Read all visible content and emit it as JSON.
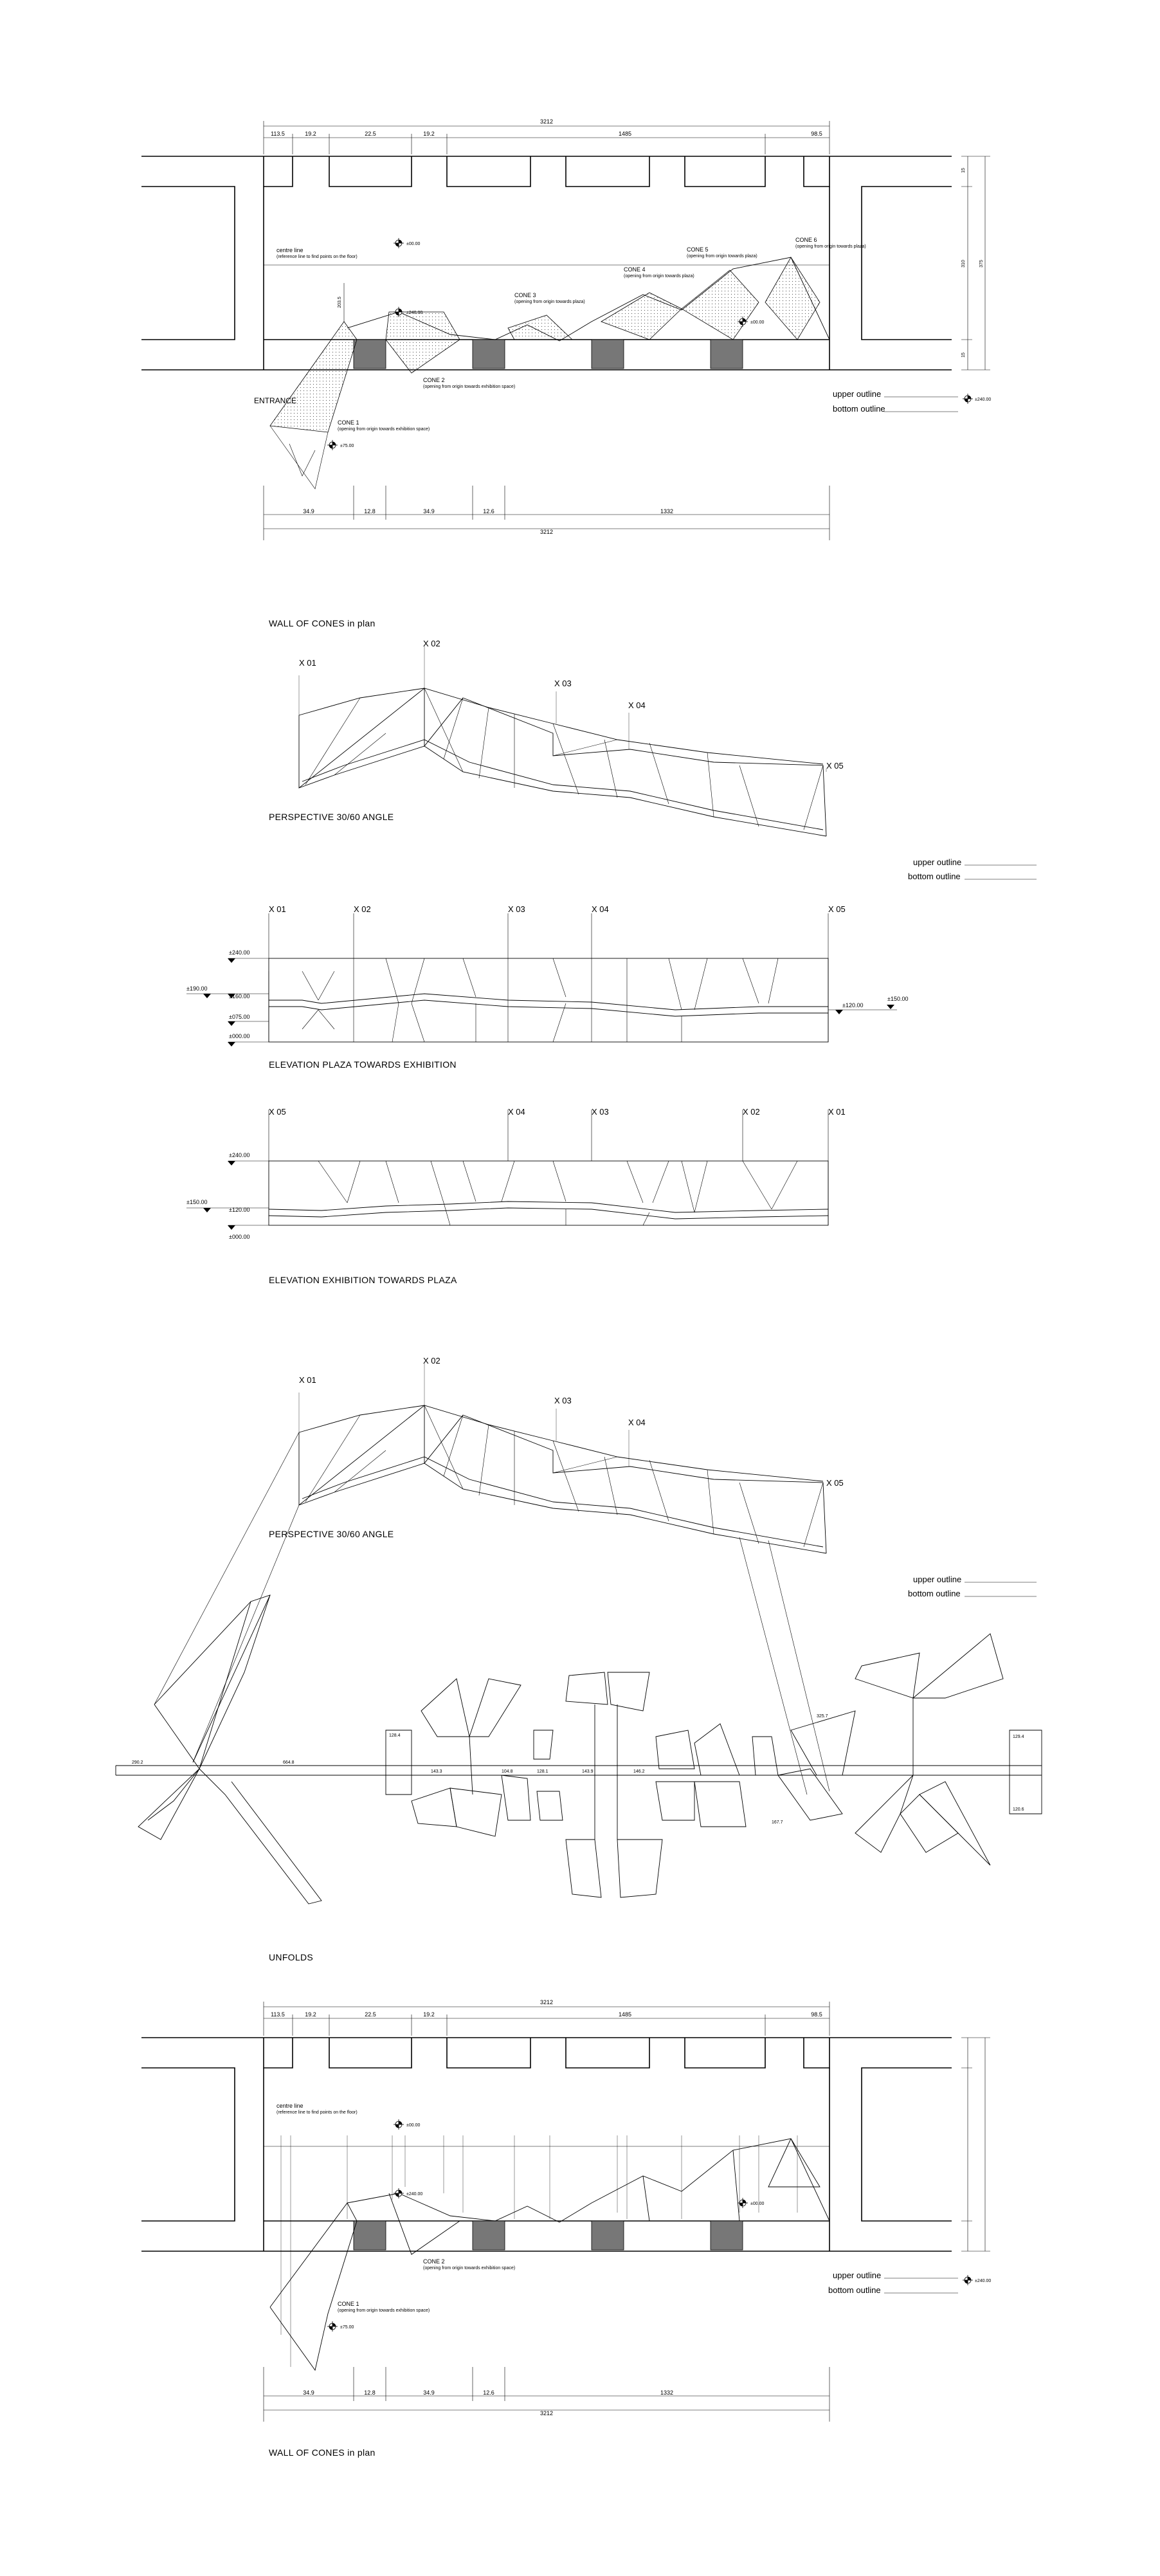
{
  "plan_top": {
    "title": "WALL OF CONES in plan",
    "entrance": "ENTRANCE",
    "centre_line": "centre line",
    "centre_line_note": "(reference line to find points on the floor)",
    "total_dim": "3212",
    "top_dims": [
      "113.5",
      "19.2",
      "22.5",
      "19.2",
      "1485",
      "98.5"
    ],
    "bottom_dims": [
      "34.9",
      "12.8",
      "34.9",
      "12.6",
      "1332"
    ],
    "height_dims": [
      "203.5",
      "310",
      "375",
      "15",
      "15"
    ],
    "levels": [
      "±00.00",
      "±240.00",
      "±75.00",
      "±00.00",
      "±240.00"
    ],
    "cones": [
      {
        "name": "CONE 1",
        "note": "(opening from origin towards exhibition space)"
      },
      {
        "name": "CONE 2",
        "note": "(opening from origin towards exhibition space)"
      },
      {
        "name": "CONE 3",
        "note": "(opening from origin towards plaza)"
      },
      {
        "name": "CONE 4",
        "note": "(opening from origin towards plaza)"
      },
      {
        "name": "CONE 5",
        "note": "(opening from origin towards plaza)"
      },
      {
        "name": "CONE 6",
        "note": "(opening from origin towards plaza)"
      }
    ],
    "legend_upper": "upper outline",
    "legend_bottom": "bottom outline"
  },
  "perspective_1": {
    "title": "PERSPECTIVE 30/60 ANGLE",
    "markers": [
      "X 01",
      "X 02",
      "X 03",
      "X 04",
      "X 05"
    ],
    "legend_upper": "upper outline",
    "legend_bottom": "bottom outline"
  },
  "elevation_1": {
    "title": "ELEVATION PLAZA TOWARDS EXHIBITION",
    "markers": [
      "X 01",
      "X 02",
      "X 03",
      "X 04",
      "X 05"
    ],
    "levels": [
      "±240.00",
      "±190.00",
      "±160.00",
      "±075.00",
      "±000.00",
      "±120.00",
      "±150.00"
    ]
  },
  "elevation_2": {
    "title": "ELEVATION EXHIBITION TOWARDS PLAZA",
    "markers": [
      "X 05",
      "X 04",
      "X 03",
      "X 02",
      "X 01"
    ],
    "levels": [
      "±240.00",
      "±150.00",
      "±120.00",
      "±000.00"
    ]
  },
  "perspective_2": {
    "title": "PERSPECTIVE 30/60 ANGLE",
    "markers": [
      "X 01",
      "X 02",
      "X 03",
      "X 04",
      "X 05"
    ],
    "legend_upper": "upper outline",
    "legend_bottom": "bottom outline"
  },
  "unfolds": {
    "title": "UNFOLDS",
    "dims": [
      "290.2",
      "664.8",
      "128.4",
      "143.3",
      "104.8",
      "128.1",
      "143.9",
      "146.2",
      "167.7",
      "325.7",
      "129.4",
      "120.6"
    ]
  },
  "plan_bottom": {
    "title": "WALL OF CONES in plan",
    "centre_line": "centre line",
    "centre_line_note": "(reference line to find points on the floor)",
    "total_dim": "3212",
    "top_dims": [
      "113.5",
      "19.2",
      "22.5",
      "19.2",
      "1485",
      "98.5"
    ],
    "bottom_dims": [
      "34.9",
      "12.8",
      "34.9",
      "12.6",
      "1332"
    ],
    "levels": [
      "±00.00",
      "±240.00",
      "±75.00"
    ],
    "cones": [
      {
        "name": "CONE 1",
        "note": "(opening from origin towards exhibition space)"
      },
      {
        "name": "CONE 2",
        "note": "(opening from origin towards exhibition space)"
      }
    ],
    "legend_upper": "upper outline",
    "legend_bottom": "bottom outline"
  }
}
